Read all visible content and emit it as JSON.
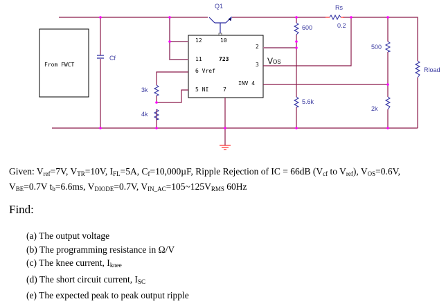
{
  "circuit": {
    "source_block": "From FWCT",
    "capacitor": "Cf",
    "transistor": "Q1",
    "ic": "723",
    "pins": {
      "p12": "12",
      "p10": "10",
      "p11": "11",
      "p6": "6 Vref",
      "p5": "5 NI",
      "p7": "7",
      "p2": "2",
      "p3": "3",
      "p4": "INV 4"
    },
    "vos_label": "V",
    "vos_sub": "OS",
    "resistors": {
      "r3k": "3k",
      "r4k": "4k",
      "r600": "600",
      "r56k": "5.6k",
      "rs_name": "Rs",
      "rs_value": "0.2",
      "r500": "500",
      "r2k": "2k",
      "rload": "Rload"
    }
  },
  "given": {
    "line1": [
      "Given: V",
      "ref",
      "=7V, V",
      "TR",
      "=10V, I",
      "FL",
      "=5A, C",
      "f",
      "=10,000µF, Ripple Rejection of IC = 66dB (V",
      "cf",
      " to V",
      "ref",
      "), V",
      "OS",
      "=0.6V,"
    ],
    "line2": [
      "V",
      "BE",
      "=0.7V t",
      "b",
      "=6.6ms, V",
      "DIODE",
      "=0.7V, V",
      "IN_AC",
      "=105~125V",
      "RMS",
      " 60Hz"
    ]
  },
  "find": {
    "title": "Find:",
    "items": [
      [
        "(a)  The output voltage"
      ],
      [
        "(b)  The programming resistance in Ω/V"
      ],
      [
        "(c)  The knee current, I",
        "knee"
      ],
      [
        "(d)  The short circuit current, I",
        "SC"
      ],
      [
        "(e)  The expected peak to peak output ripple"
      ]
    ]
  },
  "colors": {
    "wire": "#8b1a4a",
    "node": "#ff00ff",
    "resistor": "#2a2aa0",
    "ground": "#ff0000"
  }
}
